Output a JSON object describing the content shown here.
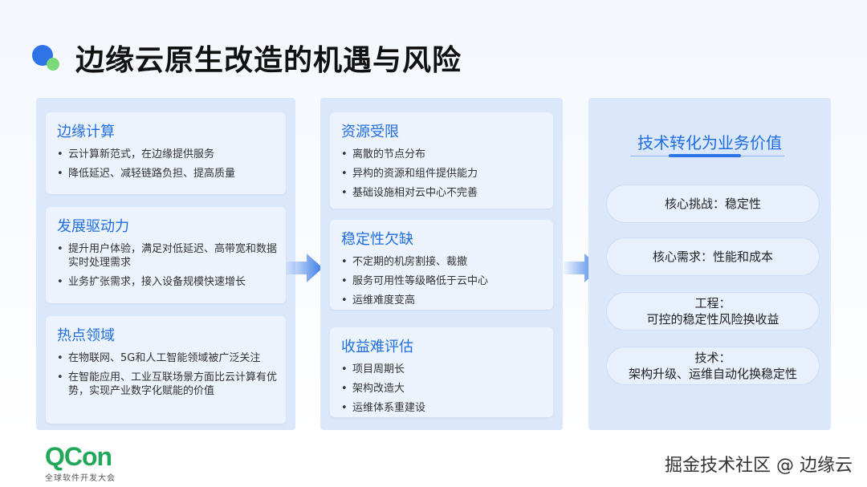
{
  "title": "边缘云原生改造的机遇与风险",
  "left_column": [
    {
      "title": "边缘计算",
      "bullets": [
        "云计算新范式，在边缘提供服务",
        "降低延迟、减轻链路负担、提高质量"
      ]
    },
    {
      "title": "发展驱动力",
      "bullets": [
        "提升用户体验，满足对低延迟、高带宽和数据实时处理需求",
        "业务扩张需求，接入设备规模快速增长"
      ]
    },
    {
      "title": "热点领域",
      "bullets": [
        "在物联网、5G和人工智能领域被广泛关注",
        "在智能应用、工业互联场景方面比云计算有优势，实现产业数字化赋能的价值"
      ]
    }
  ],
  "middle_column": [
    {
      "title": "资源受限",
      "bullets": [
        "离散的节点分布",
        "异构的资源和组件提供能力",
        "基础设施相对云中心不完善"
      ]
    },
    {
      "title": "稳定性欠缺",
      "bullets": [
        "不定期的机房割接、裁撤",
        "服务可用性等级略低于云中心",
        "运维难度变高"
      ]
    },
    {
      "title": "收益难评估",
      "bullets": [
        "项目周期长",
        "架构改造大",
        "运维体系重建设"
      ]
    }
  ],
  "right_column": {
    "title": "技术转化为业务价值",
    "pills": [
      {
        "line1": "核心挑战：稳定性",
        "line2": ""
      },
      {
        "line1": "核心需求：性能和成本",
        "line2": ""
      },
      {
        "line1": "工程：",
        "line2": "可控的稳定性风险换收益"
      },
      {
        "line1": "技术：",
        "line2": "架构升级、运维自动化换稳定性"
      }
    ]
  },
  "footer": {
    "logo": "QCon",
    "logo_sub": "全球软件开发大会",
    "watermark": "掘金技术社区 @ 边缘云"
  },
  "colors": {
    "accent": "#1f6ee0",
    "logo_green": "#23a85a",
    "dot_blue": "#2f74e6",
    "dot_green": "#7dd87a"
  }
}
